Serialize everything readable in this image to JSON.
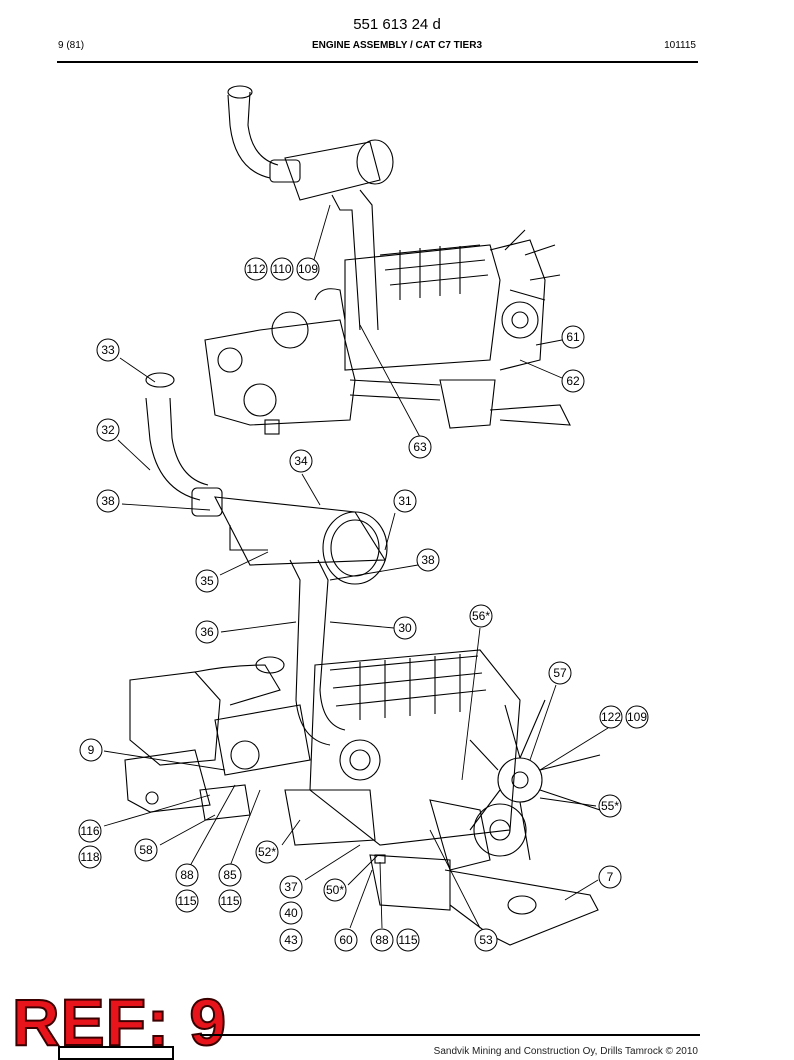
{
  "header": {
    "doc_number": "551 613 24 d",
    "page": "9 (81)",
    "title": "ENGINE ASSEMBLY / CAT C7 TIER3",
    "rev": "101115"
  },
  "footer": {
    "ref_stamp": "REF: 9",
    "copyright": "Sandvik Mining and Construction Oy, Drills Tamrock © 2010"
  },
  "callouts": {
    "c112": "112",
    "c110": "110",
    "c109a": "109",
    "c61": "61",
    "c62": "62",
    "c63": "63",
    "c33": "33",
    "c32": "32",
    "c34": "34",
    "c38a": "38",
    "c31": "31",
    "c38b": "38",
    "c35": "35",
    "c36": "36",
    "c30": "30",
    "c56": "56*",
    "c57": "57",
    "c122": "122",
    "c109b": "109",
    "c9": "9",
    "c55": "55*",
    "c116": "116",
    "c118": "118",
    "c58": "58",
    "c52": "52*",
    "c88a": "88",
    "c85": "85",
    "c115a": "115",
    "c115b": "115",
    "c37": "37",
    "c50": "50*",
    "c40": "40",
    "c43": "43",
    "c60": "60",
    "c88b": "88",
    "c115c": "115",
    "c53": "53",
    "c7": "7"
  }
}
